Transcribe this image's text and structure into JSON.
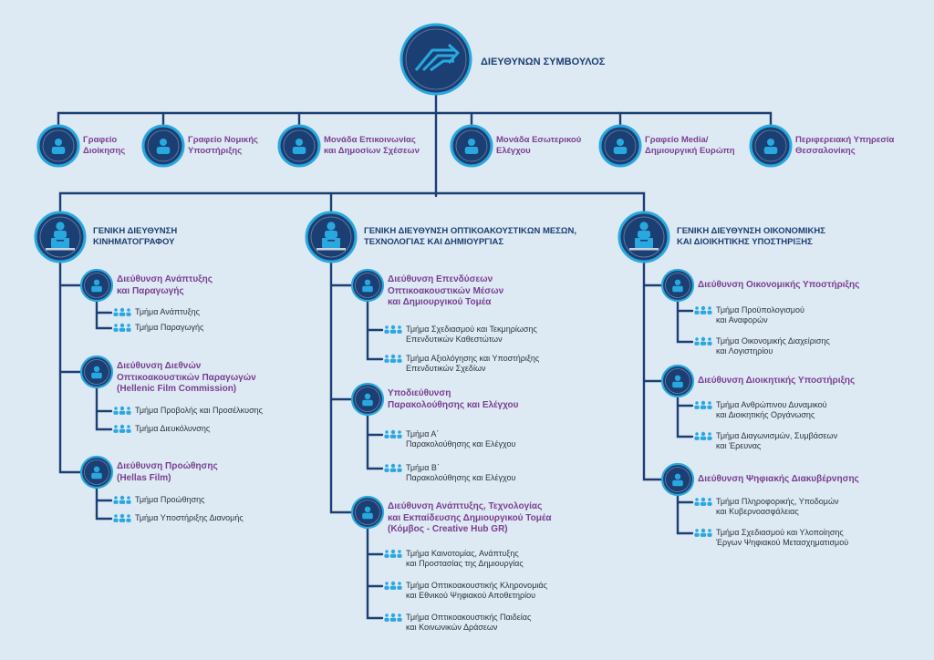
{
  "board": "ΔΙΕΥΘΥΝΩΝ ΣΥΜΒΟΥΛΟΣ",
  "offices": [
    "Γραφείο\nΔιοίκησης",
    "Γραφείο Νομικής\nΥποστήριξης",
    "Μονάδα Επικοινωνίας\nκαι Δημοσίων Σχέσεων",
    "Μονάδα Εσωτερικού\nΕλέγχου",
    "Γραφείο Media/\nΔημιουργική Ευρώπη",
    "Περιφερειακή Υπηρεσία\nΘεσσαλονίκης"
  ],
  "general_directorates": [
    {
      "title": "ΓΕΝΙΚΗ ΔΙΕΥΘΥΝΣΗ\nΚΙΝΗΜΑΤΟΓΡΑΦΟΥ",
      "directorates": [
        {
          "title": "Διεύθυνση Ανάπτυξης\nκαι Παραγωγής",
          "departments": [
            "Τμήμα Ανάπτυξης",
            "Τμήμα Παραγωγής"
          ]
        },
        {
          "title": "Διεύθυνση Διεθνών\nΟπτικοακουστικών Παραγωγών\n(Hellenic Film Commission)",
          "departments": [
            "Τμήμα Προβολής και Προσέλκυσης",
            "Τμήμα Διευκόλυνσης"
          ]
        },
        {
          "title": "Διεύθυνση Προώθησης\n(Hellas Film)",
          "departments": [
            "Τμήμα Προώθησης",
            "Τμήμα Υποστήριξης Διανομής"
          ]
        }
      ]
    },
    {
      "title": "ΓΕΝΙΚΗ ΔΙΕΥΘΥΝΣΗ ΟΠΤΙΚΟΑΚΟΥΣΤΙΚΩΝ ΜΕΣΩΝ,\nΤΕΧΝΟΛΟΓΙΑΣ ΚΑΙ ΔΗΜΙΟΥΡΓΙΑΣ",
      "directorates": [
        {
          "title": "Διεύθυνση Επενδύσεων\nΟπτικοακουστικών Μέσων\nκαι Δημιουργικού Τομέα",
          "departments": [
            "Τμήμα Σχεδιασμού και Τεκμηρίωσης\nΕπενδυτικών Καθεστώτων",
            "Τμήμα Αξιολόγησης και Υποστήριξης\nΕπενδυτικών Σχεδίων"
          ]
        },
        {
          "title": "Υποδιεύθυνση\nΠαρακολούθησης και Ελέγχου",
          "departments": [
            "Τμήμα Α΄\nΠαρακολούθησης και Ελέγχου",
            "Τμήμα Β΄\nΠαρακολούθησης και Ελέγχου"
          ]
        },
        {
          "title": "Διεύθυνση Ανάπτυξης, Τεχνολογίας\nκαι Εκπαίδευσης Δημιουργικού Τομέα\n(Κόμβος - Creative Hub GR)",
          "departments": [
            "Τμήμα Καινοτομίας, Ανάπτυξης\nκαι Προστασίας της Δημιουργίας",
            "Τμήμα Οπτικοακουστικής Κληρονομιάς\nκαι Εθνικού Ψηφιακού Αποθετηρίου",
            "Τμήμα Οπτικοακουστικής Παιδείας\nκαι Κοινωνικών Δράσεων"
          ]
        }
      ]
    },
    {
      "title": "ΓΕΝΙΚΗ ΔΙΕΥΘΥΝΣΗ ΟΙΚΟΝΟΜΙΚΗΣ\nΚΑΙ ΔΙΟΙΚΗΤΙΚΗΣ ΥΠΟΣΤΗΡΙΞΗΣ",
      "directorates": [
        {
          "title": "Διεύθυνση Οικονομικής Υποστήριξης",
          "departments": [
            "Τμήμα Προϋπολογισμού\nκαι Αναφορών",
            "Τμήμα Οικονομικής Διαχείρισης\nκαι Λογιστηρίου"
          ]
        },
        {
          "title": "Διεύθυνση Διοικητικής Υποστήριξης",
          "departments": [
            "Τμήμα Ανθρώπινου Δυναμικού\nκαι Διοικητικής Οργάνωσης",
            "Τμήμα Διαγωνισμών, Συμβάσεων\nκαι Έρευνας"
          ]
        },
        {
          "title": "Διεύθυνση Ψηφιακής Διακυβέρνησης",
          "departments": [
            "Τμήμα Πληροφορικής, Υποδομών\nκαι Κυβερνοασφάλειας",
            "Τμήμα Σχεδιασμού και Υλοποίησης\nΈργων Ψηφιακού Μετασχηματισμού"
          ]
        }
      ]
    }
  ],
  "colors": {
    "navy": "#1b3f73",
    "cyan": "#29a8e0",
    "purple": "#7a3f91",
    "background": "#dde9f3"
  },
  "icons": {
    "board": "logo-arrows-icon",
    "office": "person-icon",
    "general_directorate": "speaker-podium-icon",
    "directorate": "person-icon",
    "department": "group-icon"
  }
}
